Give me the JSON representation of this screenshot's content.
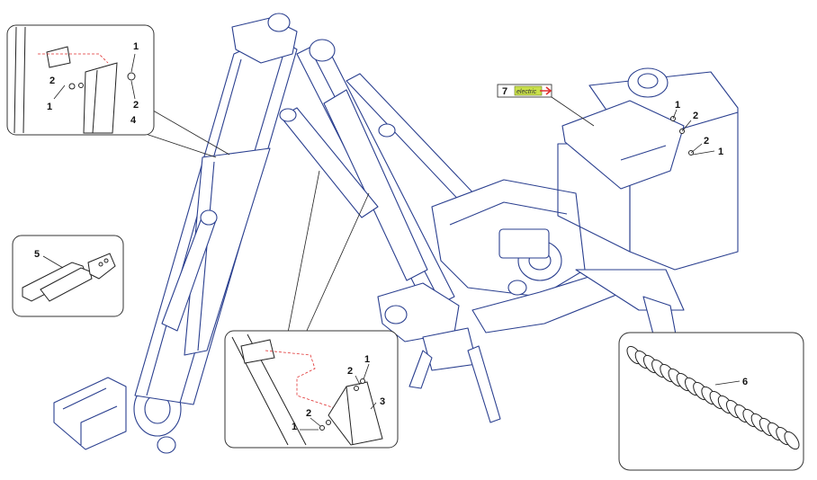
{
  "callouts": {
    "tl_1a": "1",
    "tl_2a": "2",
    "tl_1b": "1",
    "tl_2b": "2",
    "tl_4": "4",
    "ml_5": "5",
    "cb_2a": "2",
    "cb_1a": "1",
    "cb_3": "3",
    "cb_1b": "1",
    "cb_2b": "2",
    "tank_1a": "1",
    "tank_2a": "2",
    "tank_2b": "2",
    "tank_1b": "1",
    "br_6": "6",
    "label_7": "7"
  },
  "sticker": {
    "text": "electric",
    "colors": {
      "fill": "#c9e04a",
      "arrow": "#e03030"
    }
  },
  "colors": {
    "machine_line": "#2a3f8f",
    "inset_border": "#333333",
    "leader": "#222222",
    "dashed": "#e03030"
  }
}
